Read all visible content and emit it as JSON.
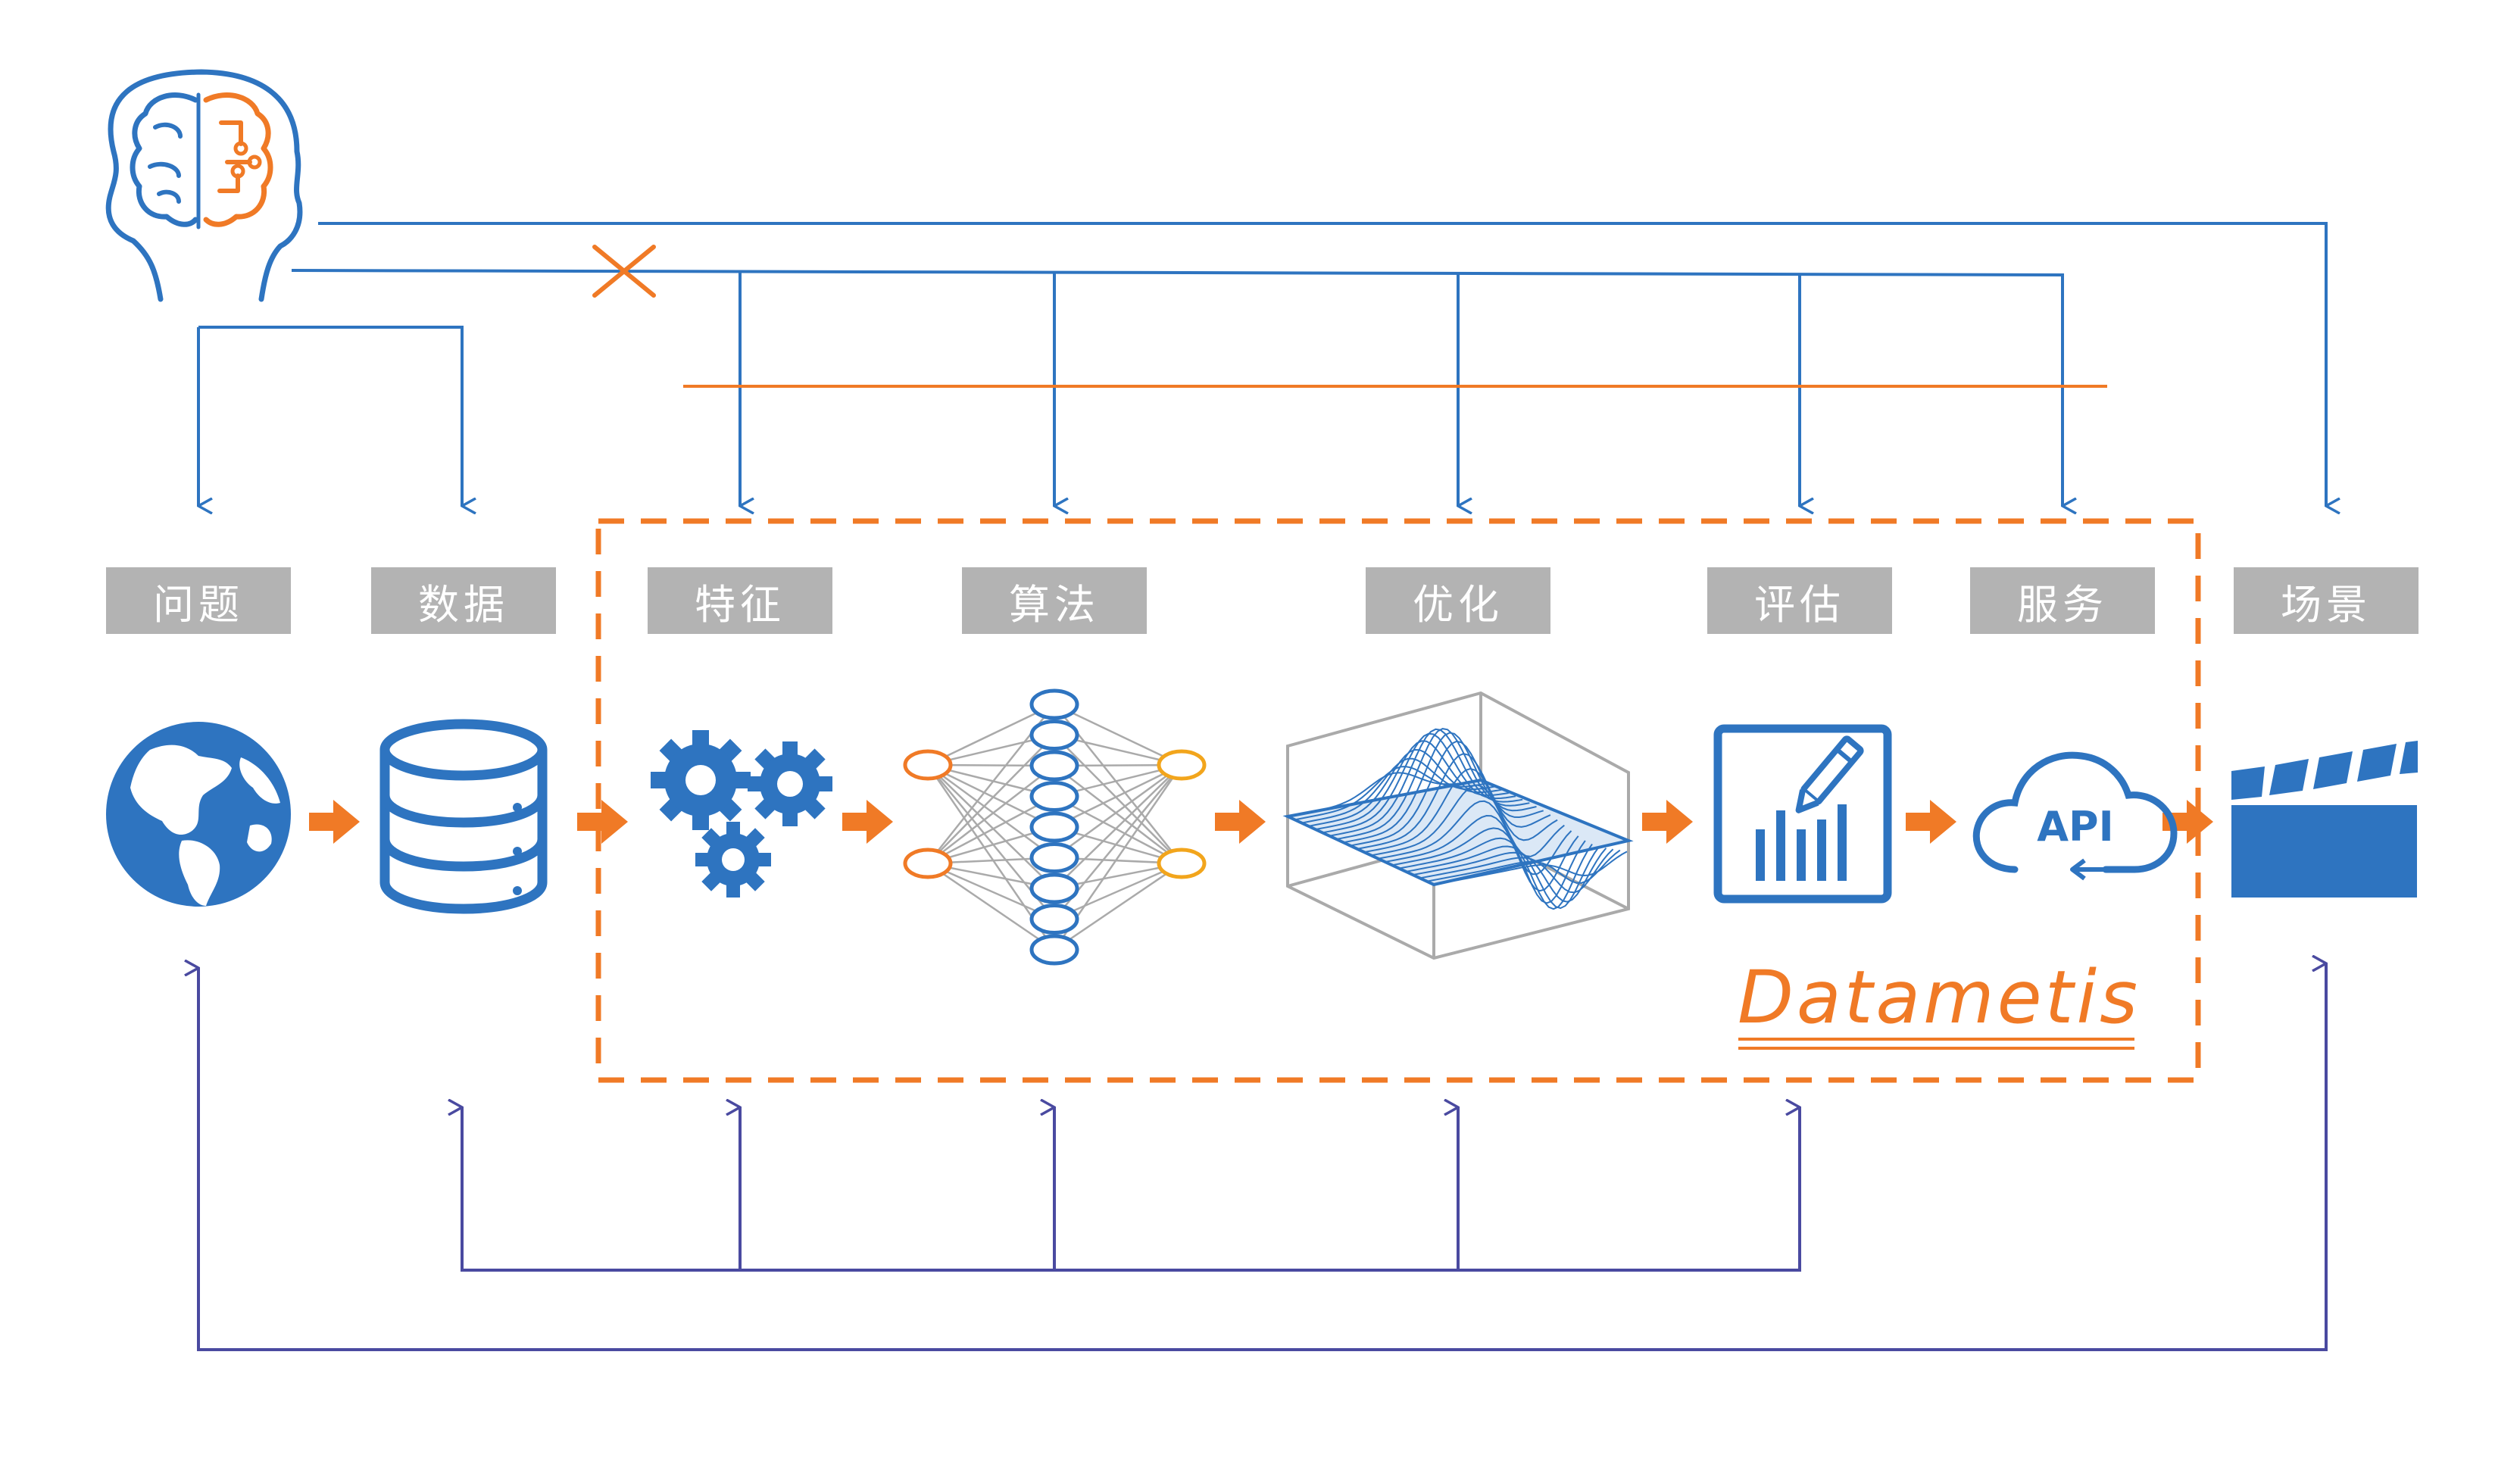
{
  "stages": [
    {
      "id": "problem",
      "label": "问题"
    },
    {
      "id": "data",
      "label": "数据"
    },
    {
      "id": "feature",
      "label": "特征"
    },
    {
      "id": "algorithm",
      "label": "算法"
    },
    {
      "id": "optimize",
      "label": "优化"
    },
    {
      "id": "evaluate",
      "label": "评估"
    },
    {
      "id": "service",
      "label": "服务"
    },
    {
      "id": "scenario",
      "label": "场景"
    }
  ],
  "api_label": "API",
  "brand": "Datametis",
  "colors": {
    "blue": "#2e74c0",
    "orange": "#f07a26",
    "purple": "#4a4aa0",
    "gray_label": "#b3b3b3",
    "gray_line": "#a9a9a9",
    "yellow": "#f2a51c"
  },
  "icons": [
    "brain-head-icon",
    "globe-icon",
    "database-icon",
    "gears-icon",
    "neural-network-icon",
    "optimization-surface-icon",
    "chart-report-icon",
    "api-cloud-icon",
    "clapperboard-icon",
    "cross-mark-icon"
  ]
}
